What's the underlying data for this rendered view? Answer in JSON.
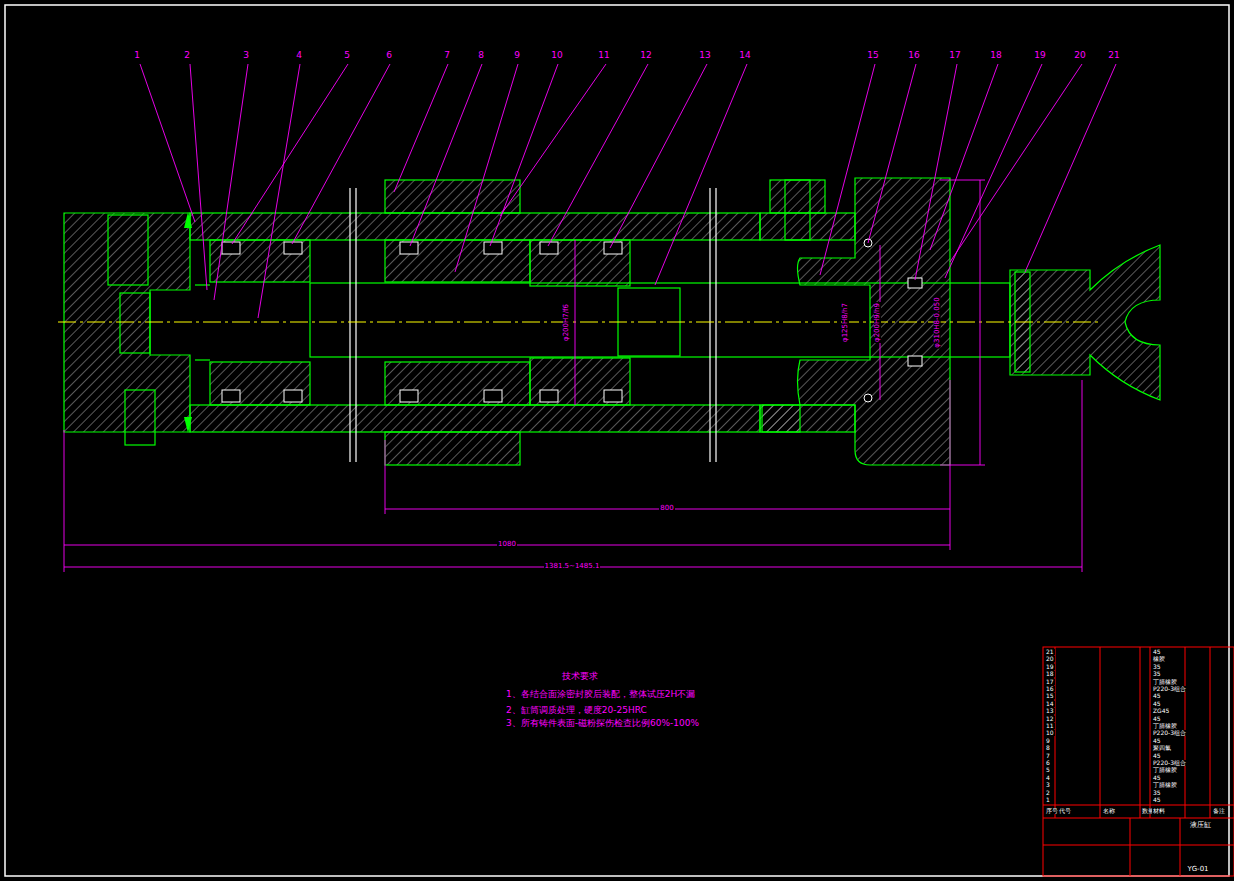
{
  "diagram": {
    "labels": [
      "1",
      "2",
      "3",
      "4",
      "5",
      "6",
      "7",
      "8",
      "9",
      "10",
      "11",
      "12",
      "13",
      "14",
      "15",
      "16",
      "17",
      "18",
      "19",
      "20",
      "21",
      "φ200H7/f6",
      "φ125H8/h7",
      "φ200H9/h9",
      "φ310H8-0.050",
      "800",
      "1080",
      "1381.5~1485.1",
      "技术要求",
      "1、各结合面涂密封胶后装配，整体试压2H不漏",
      "2、缸筒调质处理，硬度20-25HRC",
      "3、所有铸件表面-磁粉探伤检查比例60%-100%",
      "21",
      "45",
      "20",
      "橡胶",
      "19",
      "35",
      "18",
      "35",
      "17",
      "丁腈橡胶",
      "16",
      "P220-3组合",
      "15",
      "45",
      "14",
      "45",
      "13",
      "ZG45",
      "12",
      "45",
      "11",
      "丁腈橡胶",
      "10",
      "P220-3组合",
      "9",
      "45",
      "8",
      "聚四氟",
      "7",
      "45",
      "6",
      "P220-3组合",
      "5",
      "丁腈橡胶",
      "4",
      "45",
      "3",
      "丁腈橡胶",
      "2",
      "35",
      "1",
      "45",
      "序号",
      "代号",
      "名称",
      "数量",
      "材料",
      "备注",
      "液压缸",
      "YG-01"
    ]
  }
}
